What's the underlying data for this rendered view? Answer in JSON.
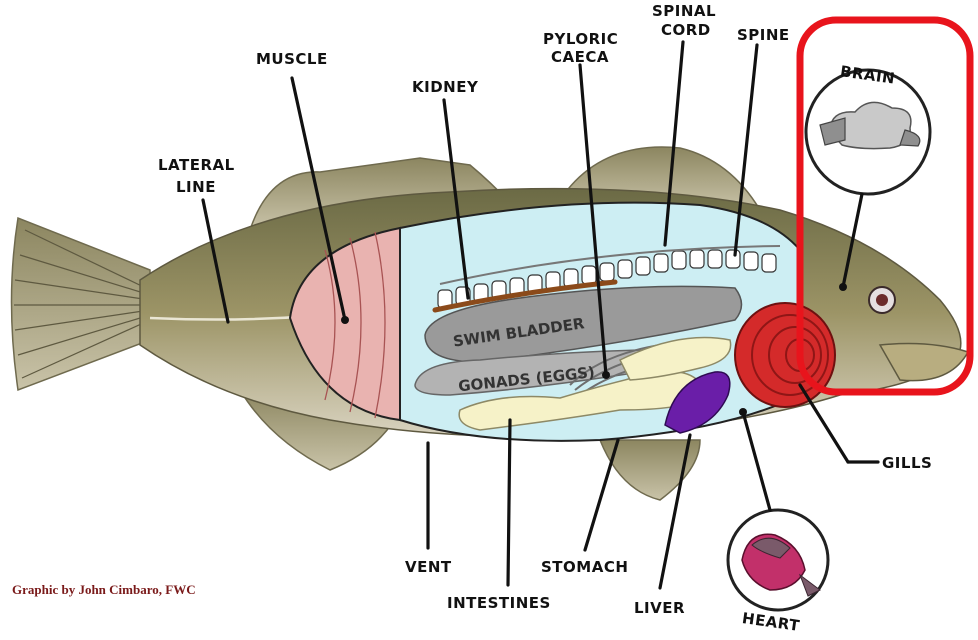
{
  "labels": {
    "muscle": "MUSCLE",
    "kidney": "KIDNEY",
    "pyloric_1": "PYLORIC",
    "pyloric_2": "CAECA",
    "spinal_1": "SPINAL",
    "spinal_2": "CORD",
    "spine": "SPINE",
    "brain": "BRAIN",
    "lateral_1": "LATERAL",
    "lateral_2": "LINE",
    "swim_bladder": "SWIM BLADDER",
    "gonads": "GONADS (EGGS)",
    "gills": "GILLS",
    "vent": "VENT",
    "intestines": "INTESTINES",
    "stomach": "STOMACH",
    "liver": "LIVER",
    "heart": "HEART"
  },
  "credit": "Graphic by John Cimbaro, FWC",
  "colors": {
    "highlight": "#e8141c",
    "body_cavity": "#cdeef3",
    "muscle": "#e9b3b0",
    "swim_bladder": "#9a9a9a",
    "liver": "#6a1ea8",
    "gills": "#d42a2a",
    "heart": "#c2306a",
    "intestines": "#f6f2c8"
  }
}
